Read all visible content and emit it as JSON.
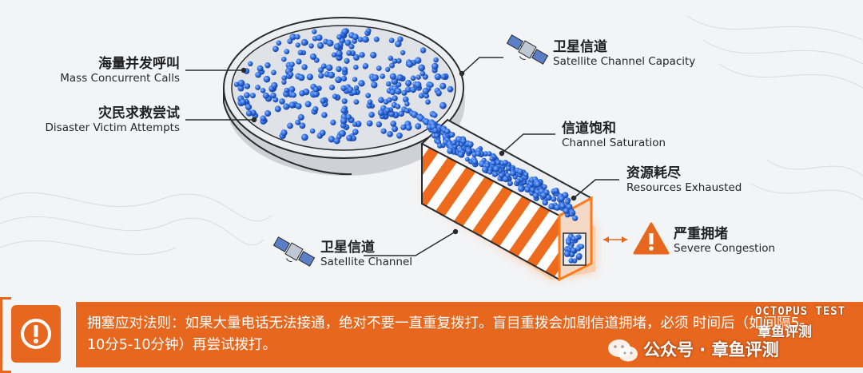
{
  "labels": {
    "mass_calls": {
      "zh": "海量并发呼叫",
      "en": "Mass Concurrent Calls"
    },
    "victim_attempts": {
      "zh": "灾民求救尝试",
      "en": "Disaster Victim Attempts"
    },
    "satellite_capacity": {
      "zh": "卫星信道",
      "en": "Satellite Channel Capacity"
    },
    "channel_saturation": {
      "zh": "信道饱和",
      "en": "Channel Saturation"
    },
    "resources_exhausted": {
      "zh": "资源耗尽",
      "en": "Resources Exhausted"
    },
    "satellite_channel": {
      "zh": "卫星信道",
      "en": "Satellite Channel"
    },
    "severe_congestion": {
      "zh": "严重拥堵",
      "en": "Severe Congestion"
    }
  },
  "rule": {
    "text": "拥塞应对法则：如果大量电话无法接通，绝对不要一直重复拨打。盲目重拨会加剧信道拥堵，必须 时间后（如间隔5-10分5-10分钟）再尝试拨打。"
  },
  "watermark": {
    "brand": "OCTOPUS TEST",
    "brand_sub": "章鱼评测",
    "account": "公众号 · 章鱼评测"
  },
  "icons": [
    "satellite-icon",
    "warning-triangle-icon",
    "exclamation-icon",
    "wechat-icon"
  ],
  "colors": {
    "accent_orange": "#e8671e",
    "particle_blue": "#2f6fe0",
    "pipe_glow": "#ff8a2a",
    "container_gray": "#e4e5e8"
  }
}
